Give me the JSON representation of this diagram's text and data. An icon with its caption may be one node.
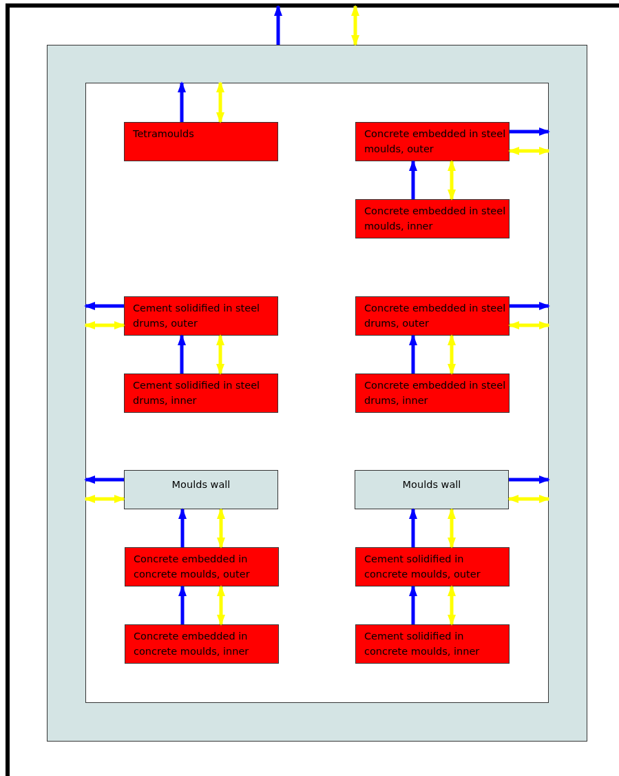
{
  "diagram": {
    "nodes": [
      {
        "text": [],
        "shape": "box"
      },
      {
        "text": [],
        "shape": "box",
        "in": 0
      },
      {
        "text": [
          "Tetramoulds"
        ],
        "in": 1
      },
      {
        "text": [
          "Concrete embedded in steel moulds, outer"
        ],
        "in": 1
      },
      {
        "text": [
          "Concrete embedded in steel moulds, inner"
        ],
        "in": 1
      },
      {
        "text": [
          "Cement solidified in steel drums,  outer"
        ],
        "in": 1
      },
      {
        "text": [
          "Concrete embedded in steel drums, outer"
        ],
        "in": 1
      },
      {
        "text": [
          "Cement solidified in steel drums, inner"
        ],
        "in": 1
      },
      {
        "text": [
          "Concrete embedded in steel drums, inner"
        ],
        "in": 1
      },
      {
        "text": [
          "Moulds wall"
        ],
        "in": 1
      },
      {
        "text": [
          "Moulds wall"
        ],
        "in": 1
      },
      {
        "text": [
          "Concrete embedded in concrete moulds, outer"
        ],
        "in": 1
      },
      {
        "text": [
          "Cement solidified in concrete moulds, outer"
        ],
        "in": 1
      },
      {
        "text": [
          "Concrete embedded in concrete moulds, inner"
        ],
        "in": 1
      },
      {
        "text": [
          "Cement solidified in concrete moulds, inner"
        ],
        "in": 1
      }
    ],
    "edges": [
      {
        "from": 0,
        "to": null,
        "arrow": "to",
        "color": "#0000ff"
      },
      {
        "from": 0,
        "to": null,
        "arrow": "both",
        "color": "#ffff00"
      },
      {
        "from": 2,
        "to": 1,
        "arrow": "to",
        "color": "#0000ff"
      },
      {
        "from": 2,
        "to": 1,
        "arrow": "both",
        "color": "#ffff00"
      },
      {
        "from": 3,
        "to": 1,
        "arrow": "to",
        "color": "#0000ff"
      },
      {
        "from": 3,
        "to": 1,
        "arrow": "both",
        "color": "#ffff00"
      },
      {
        "from": 4,
        "to": 3,
        "arrow": "to",
        "color": "#0000ff"
      },
      {
        "from": 4,
        "to": 3,
        "arrow": "both",
        "color": "#ffff00"
      },
      {
        "from": 5,
        "to": 1,
        "arrow": "to",
        "color": "#0000ff"
      },
      {
        "from": 5,
        "to": 1,
        "arrow": "both",
        "color": "#ffff00"
      },
      {
        "from": 7,
        "to": 5,
        "arrow": "to",
        "color": "#0000ff"
      },
      {
        "from": 7,
        "to": 5,
        "arrow": "both",
        "color": "#ffff00"
      },
      {
        "from": 6,
        "to": 1,
        "arrow": "to",
        "color": "#0000ff"
      },
      {
        "from": 6,
        "to": 1,
        "arrow": "both",
        "color": "#ffff00"
      },
      {
        "from": 8,
        "to": 6,
        "arrow": "to",
        "color": "#0000ff"
      },
      {
        "from": 8,
        "to": 6,
        "arrow": "both",
        "color": "#ffff00"
      },
      {
        "from": 9,
        "to": 1,
        "arrow": "to",
        "color": "#0000ff"
      },
      {
        "from": 9,
        "to": 1,
        "arrow": "both",
        "color": "#ffff00"
      },
      {
        "from": 11,
        "to": 9,
        "arrow": "to",
        "color": "#0000ff"
      },
      {
        "from": 11,
        "to": 9,
        "arrow": "both",
        "color": "#ffff00"
      },
      {
        "from": 13,
        "to": 11,
        "arrow": "to",
        "color": "#0000ff"
      },
      {
        "from": 13,
        "to": 11,
        "arrow": "both",
        "color": "#ffff00"
      },
      {
        "from": 10,
        "to": 1,
        "arrow": "to",
        "color": "#0000ff"
      },
      {
        "from": 10,
        "to": 1,
        "arrow": "both",
        "color": "#ffff00"
      },
      {
        "from": 12,
        "to": 10,
        "arrow": "to",
        "color": "#0000ff"
      },
      {
        "from": 12,
        "to": 10,
        "arrow": "both",
        "color": "#ffff00"
      },
      {
        "from": 14,
        "to": 12,
        "arrow": "to",
        "color": "#0000ff"
      },
      {
        "from": 14,
        "to": 12,
        "arrow": "both",
        "color": "#ffff00"
      }
    ]
  }
}
